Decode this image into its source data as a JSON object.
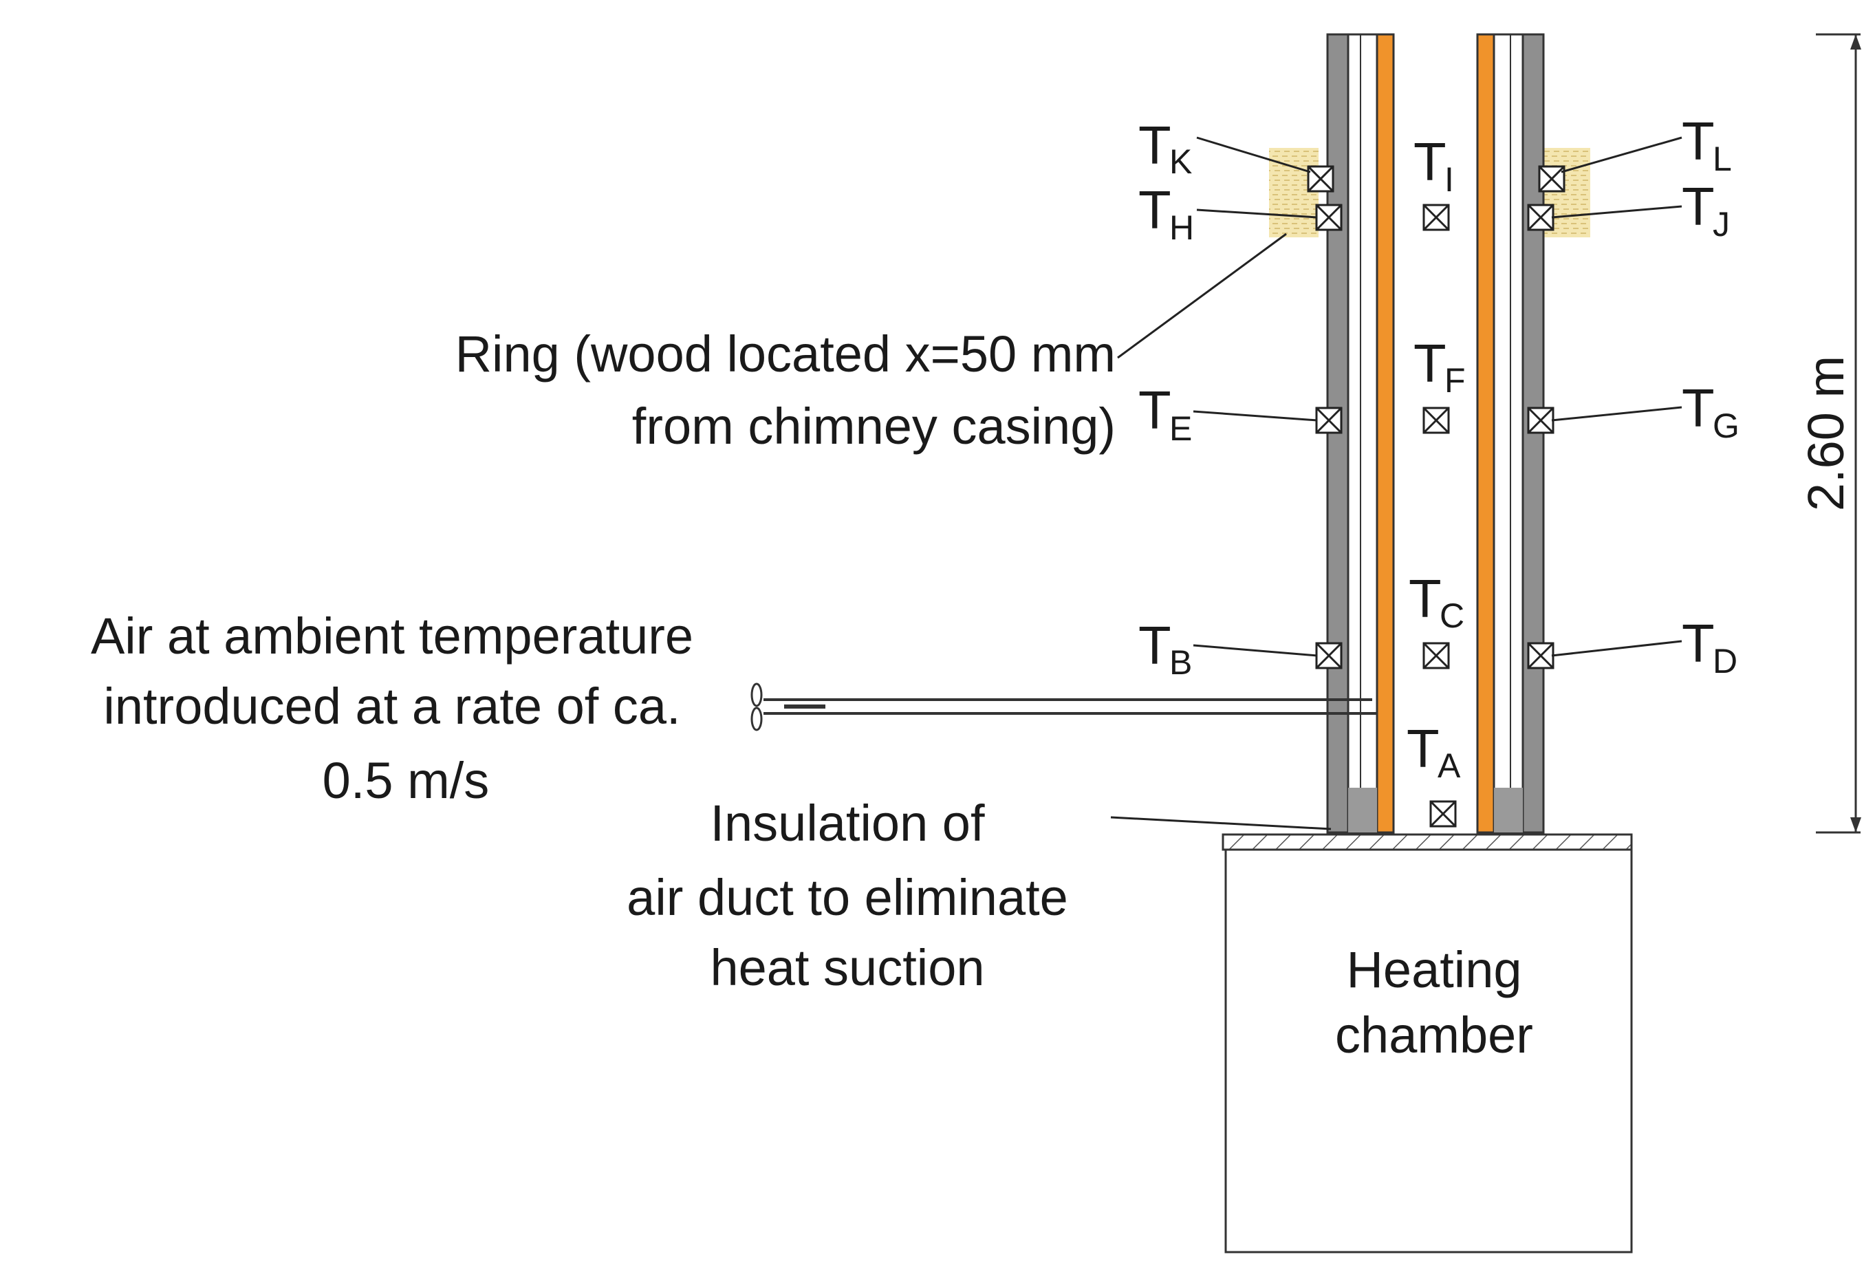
{
  "colors": {
    "casing_grey": "#8f8f8f",
    "liner_orange": "#f0932b",
    "wood_ring": "#f4e6b0",
    "line": "#1a1a1a",
    "insulation": "#9a9a9a"
  },
  "labels": {
    "ring_line1": "Ring (wood located x=50 mm",
    "ring_line2": "from chimney casing)",
    "air_line1": "Air at ambient temperature",
    "air_line2": "introduced at a rate of ca.",
    "air_line3": "0.5 m/s",
    "insul_line1": "Insulation of",
    "insul_line2": "air duct to eliminate",
    "insul_line3": "heat suction",
    "chamber_line1": "Heating",
    "chamber_line2": "chamber",
    "height": "2.60 m"
  },
  "sensors": [
    {
      "id": "TK",
      "main": "T",
      "sub": "K"
    },
    {
      "id": "TH",
      "main": "T",
      "sub": "H"
    },
    {
      "id": "TI",
      "main": "T",
      "sub": "I"
    },
    {
      "id": "TL",
      "main": "T",
      "sub": "L"
    },
    {
      "id": "TJ",
      "main": "T",
      "sub": "J"
    },
    {
      "id": "TF",
      "main": "T",
      "sub": "F"
    },
    {
      "id": "TE",
      "main": "T",
      "sub": "E"
    },
    {
      "id": "TG",
      "main": "T",
      "sub": "G"
    },
    {
      "id": "TC",
      "main": "T",
      "sub": "C"
    },
    {
      "id": "TB",
      "main": "T",
      "sub": "B"
    },
    {
      "id": "TD",
      "main": "T",
      "sub": "D"
    },
    {
      "id": "TA",
      "main": "T",
      "sub": "A"
    }
  ]
}
